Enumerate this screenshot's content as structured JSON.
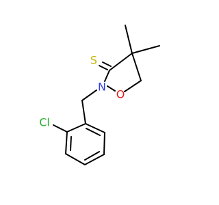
{
  "molecule": {
    "atoms": [
      {
        "id": "S",
        "label": "S",
        "color": "#c8b400",
        "name": "sulfur-atom-label"
      },
      {
        "id": "N",
        "label": "N",
        "color": "#2f3fe0",
        "name": "nitrogen-atom-label"
      },
      {
        "id": "O",
        "label": "O",
        "color": "#e02020",
        "name": "oxygen-atom-label"
      },
      {
        "id": "Cl",
        "label": "Cl",
        "color": "#2cb02c",
        "name": "chlorine-atom-label"
      }
    ],
    "bond_color": "#000000"
  }
}
